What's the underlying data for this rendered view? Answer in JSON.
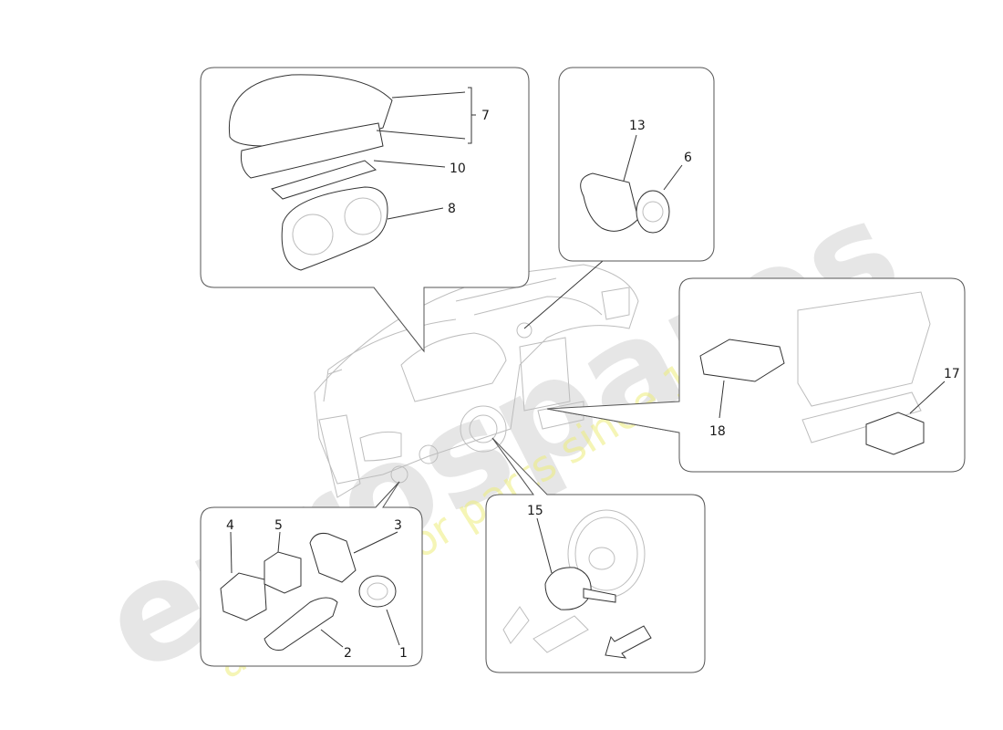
{
  "diagram": {
    "callouts": {
      "c1": "1",
      "c2": "2",
      "c3": "3",
      "c4": "4",
      "c5": "5",
      "c6": "6",
      "c7": "7",
      "c8": "8",
      "c10": "10",
      "c13": "13",
      "c15": "15",
      "c17": "17",
      "c18": "18"
    }
  },
  "watermark": {
    "brand": "eurospares",
    "tagline": "a passion for parts since 1985"
  },
  "colors": {
    "line": "#333333",
    "panel_border": "#555555",
    "watermark_grey": "#e6e6e6",
    "watermark_yellow": "#ecec7a"
  }
}
